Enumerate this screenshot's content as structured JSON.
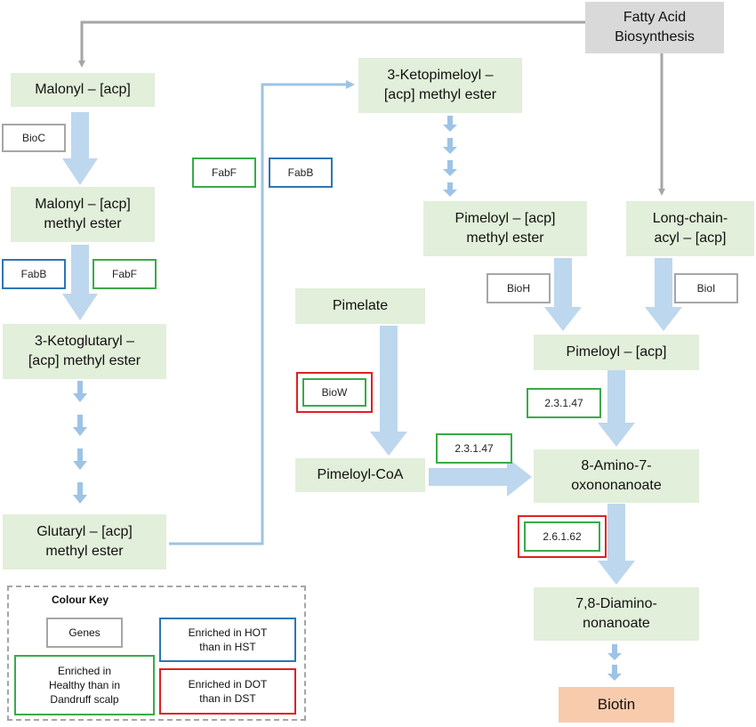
{
  "nodes": {
    "fatty_acid": "Fatty Acid\nBiosynthesis",
    "malonyl_acp": "Malonyl – [acp]",
    "malonyl_me": "Malonyl – [acp]\nmethyl ester",
    "ketoglutaryl": "3-Ketoglutaryl –\n[acp] methyl ester",
    "glutaryl": "Glutaryl – [acp]\nmethyl ester",
    "ketopimeloyl": "3-Ketopimeloyl –\n[acp] methyl ester",
    "pimeloyl_me": "Pimeloyl – [acp]\nmethyl ester",
    "long_chain": "Long-chain-\nacyl – [acp]",
    "pimelate": "Pimelate",
    "pimeloyl_coa": "Pimeloyl-CoA",
    "pimeloyl_acp": "Pimeloyl – [acp]",
    "amino_oxo": "8-Amino-7-\noxononanoate",
    "diamino": "7,8-Diamino-\nnonanoate",
    "biotin": "Biotin"
  },
  "genes": {
    "bioc": "BioC",
    "fabf_1": "FabF",
    "fabb_1": "FabB",
    "fabb_2": "FabB",
    "fabf_2": "FabF",
    "bioh": "BioH",
    "bioi": "BioI",
    "biow": "BioW",
    "ec_23147_a": "2.3.1.47",
    "ec_23147_b": "2.3.1.47",
    "ec_26162": "2.6.1.62"
  },
  "colour_key": {
    "title": "Colour Key",
    "genes": "Genes",
    "hot": "Enriched in HOT\nthan in HST",
    "healthy": "Enriched in\nHealthy than in\nDandruff scalp",
    "dot": "Enriched in DOT\nthan in DST"
  },
  "colors": {
    "node_fill": "#e2efda",
    "source_fill": "#d9d9d9",
    "product_fill": "#f8cbad",
    "arrow_blue": "#bdd7ee",
    "arrow_gray": "#a6a6a6",
    "gene_gray": "#a6a6a6",
    "gene_green": "#3aaa4a",
    "gene_blue": "#2e75b6",
    "gene_red": "#e02020"
  }
}
